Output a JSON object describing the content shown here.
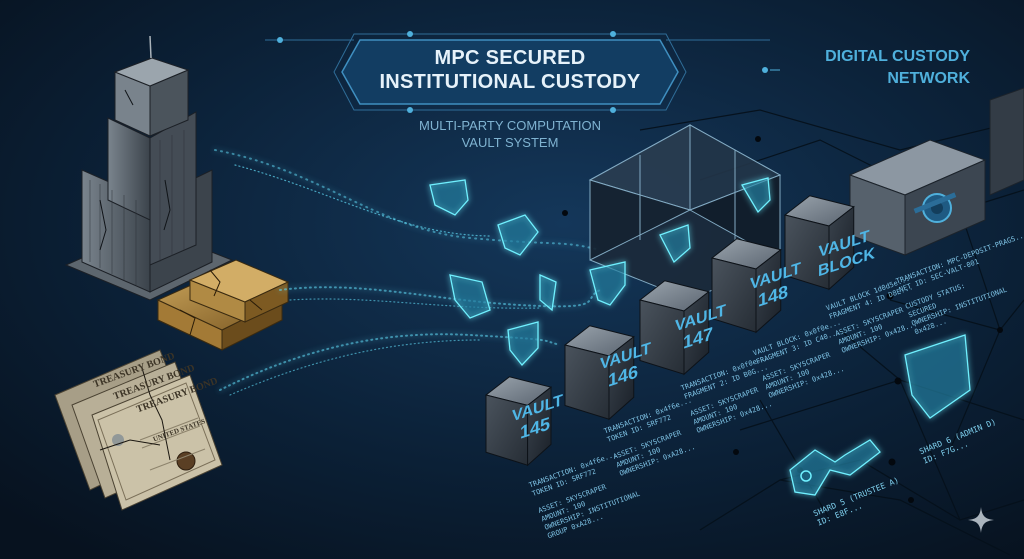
{
  "header": {
    "title_line1": "MPC SECURED",
    "title_line2": "INSTITUTIONAL CUSTODY",
    "subtitle_line1": "MULTI-PARTY COMPUTATION",
    "subtitle_line2": "VAULT SYSTEM",
    "network_title_line1": "DIGITAL CUSTODY",
    "network_title_line2": "NETWORK"
  },
  "assets": {
    "building": "skyscraper",
    "gold": "gold-bars",
    "bonds": {
      "bond_title": "TREASURY BOND",
      "issuer": "UNITED STATES"
    }
  },
  "vaults": [
    {
      "label_line1": "VAULT",
      "label_line2": "145",
      "meta": "TRANSACTION: 0x4f6e...\nTOKEN ID: SRF772\n\nASSET: SKYSCRAPER\nAMOUNT: 100\nOWNERSHIP: INSTITUTIONAL\nGROUP 0xA28..."
    },
    {
      "label_line1": "VAULT",
      "label_line2": "146",
      "meta": "TRANSACTION: 0x4f6e...\nTOKEN ID: SRF772\n\nASSET: SKYSCRAPER\nAMOUNT: 100\nOWNERSHIP: 0xA28..."
    },
    {
      "label_line1": "VAULT",
      "label_line2": "147",
      "meta": "TRANSACTION: 0x0f0e...\nFRAGMENT 2: ID B0G...\n\nASSET: SKYSCRAPER\nAMOUNT: 100\nOWNERSHIP: 0x428..."
    },
    {
      "label_line1": "VAULT",
      "label_line2": "148",
      "meta": "VAULT BLOCK: 0x0f0e...\nFRAGMENT 3: ID C40...\n\nASSET: SKYSCRAPER\nAMOUNT: 100\nOWNERSHIP: 0x428..."
    },
    {
      "label_line1": "VAULT",
      "label_line2": "BLOCK",
      "meta": "VAULT BLOCK 1d0d5e...\nFRAGMENT 4: ID D8E...\n\nASSET: SKYSCRAPER\nAMOUNT: 100\nOWNERSHIP: 0x428..."
    }
  ],
  "safe": {
    "meta": "TRANSACTION: MPC-DEPOSIT-PRAGS...\nNET ID: SEC-VALT-001\n\nCUSTODY STATUS:\nSECURED\nOWNERSHIP: INSTITUTIONAL\n0x428..."
  },
  "shards": [
    {
      "label": "SHARD 5 (TRUSTEE A)\nID: E8F..."
    },
    {
      "label": "SHARD 6 (ADMIN D)\nID: F7G..."
    }
  ],
  "colors": {
    "background": "#0a1a2c",
    "accent_cyan": "#4fd8f0",
    "title_text": "#e6f2fa",
    "network_blue": "#4fb0dc"
  }
}
